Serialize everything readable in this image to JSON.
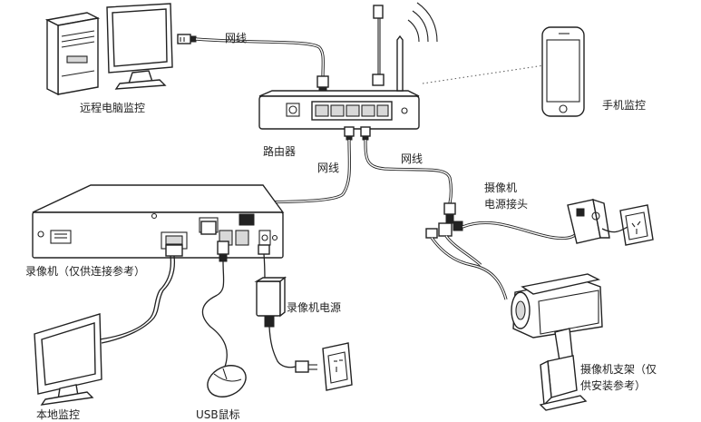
{
  "labels": {
    "remote_pc": "远程电脑监控",
    "cable_top": "网线",
    "router": "路由器",
    "cable_mid": "网线",
    "cable_right": "网线",
    "phone": "手机监控",
    "camera_power_jack": "摄像机\n电源接头",
    "dvr": "录像机（仅供连接参考）",
    "dvr_power": "录像机电源",
    "camera_bracket": "摄像机支架（仅\n供安装参考）",
    "local_monitor": "本地监控",
    "usb_mouse": "USB鼠标"
  }
}
